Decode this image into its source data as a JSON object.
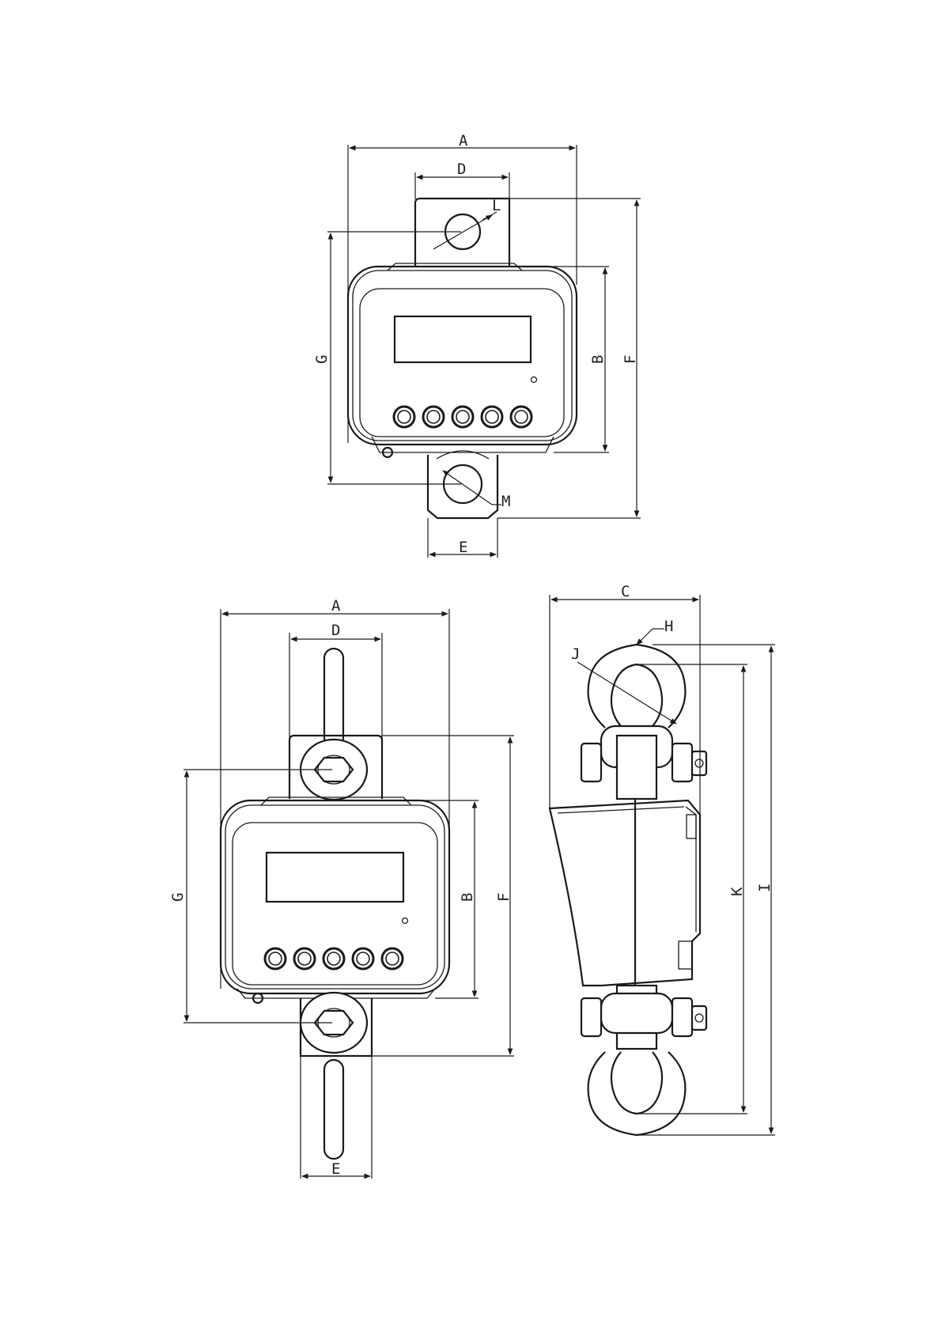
{
  "labels": {
    "A": "A",
    "B": "B",
    "C": "C",
    "D": "D",
    "E": "E",
    "F": "F",
    "G": "G",
    "H": "H",
    "I": "I",
    "J": "J",
    "K": "K",
    "L": "L",
    "M": "M"
  },
  "views": {
    "top_front": {
      "buttons": 5,
      "hook": "shackle-plate"
    },
    "bottom_front": {
      "buttons": 5,
      "hook": "eye-bolt"
    },
    "side": {
      "hook": "bow-shackle"
    }
  }
}
